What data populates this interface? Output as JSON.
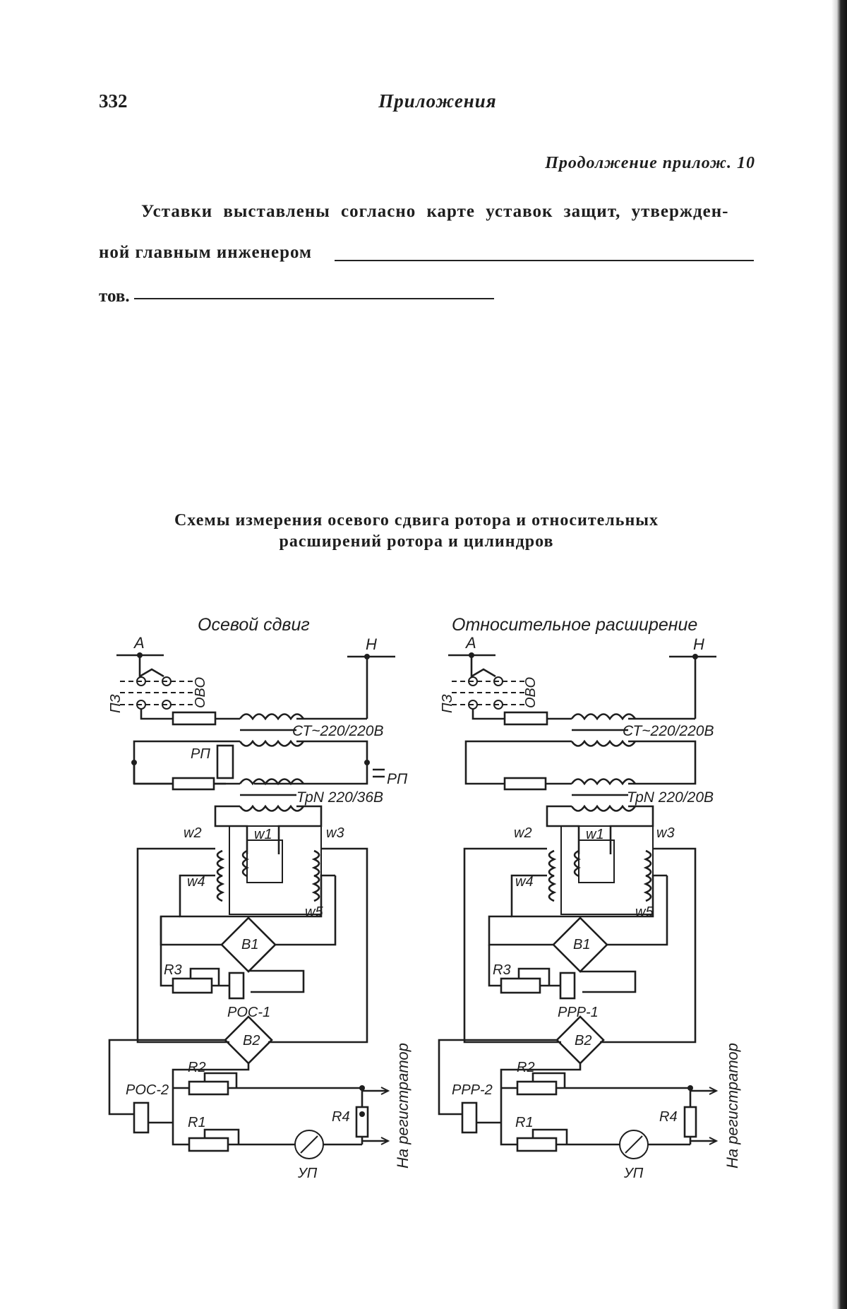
{
  "page": {
    "number": "332",
    "running_head": "Приложения",
    "continuation": "Продолжение прилож. 10"
  },
  "body_text": {
    "line1": "Уставки выставлены согласно карте уставок защит, утвержден-",
    "line2": "ной главным инженером",
    "line3": "тов."
  },
  "figure": {
    "title_line1": "Схемы измерения осевого сдвига ротора и относительных",
    "title_line2": "расширений ротора и цилиндров",
    "left": {
      "caption": "Осевой сдвиг",
      "phase_a": "А",
      "neutral": "Н",
      "switch": "ПЗ",
      "selector": "ОВО",
      "stab_transformer": "СТ~220/220В",
      "relay": "РП",
      "relay_contact": "РП",
      "power_transformer": "ТрN 220/36В",
      "w1": "w1",
      "w2": "w2",
      "w3": "w3",
      "w4": "w4",
      "w5": "w5",
      "bridge1": "В1",
      "bridge2": "В2",
      "r3": "R3",
      "relay1": "РОС-1",
      "relay2": "РОС-2",
      "r2": "R2",
      "r1": "R1",
      "r4": "R4",
      "meter": "УП",
      "recorder": "На регистратор"
    },
    "right": {
      "caption": "Относительное расширение",
      "phase_a": "А",
      "neutral": "Н",
      "switch": "ПЗ",
      "selector": "ОВО",
      "stab_transformer": "СТ~220/220В",
      "power_transformer": "ТрN 220/20В",
      "w1": "w1",
      "w2": "w2",
      "w3": "w3",
      "w4": "w4",
      "w5": "w5",
      "bridge1": "В1",
      "bridge2": "В2",
      "r3": "R3",
      "relay1": "РРР-1",
      "relay2": "РРР-2",
      "r2": "R2",
      "r1": "R1",
      "r4": "R4",
      "meter": "УП",
      "recorder": "На регистратор"
    }
  }
}
